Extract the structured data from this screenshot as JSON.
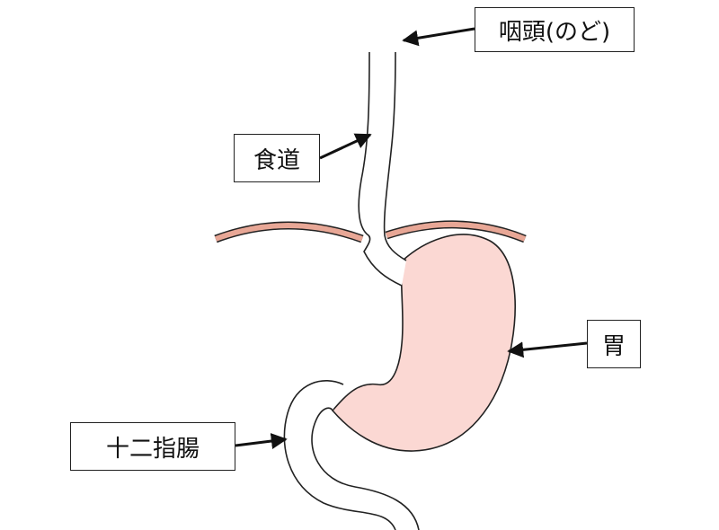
{
  "labels": {
    "pharynx": "咽頭(のど)",
    "esophagus": "食道",
    "stomach": "胃",
    "duodenum": "十二指腸"
  },
  "colors": {
    "stomach_fill": "#fbd8d3",
    "diaphragm": "#e8a796",
    "outline": "#222222"
  }
}
